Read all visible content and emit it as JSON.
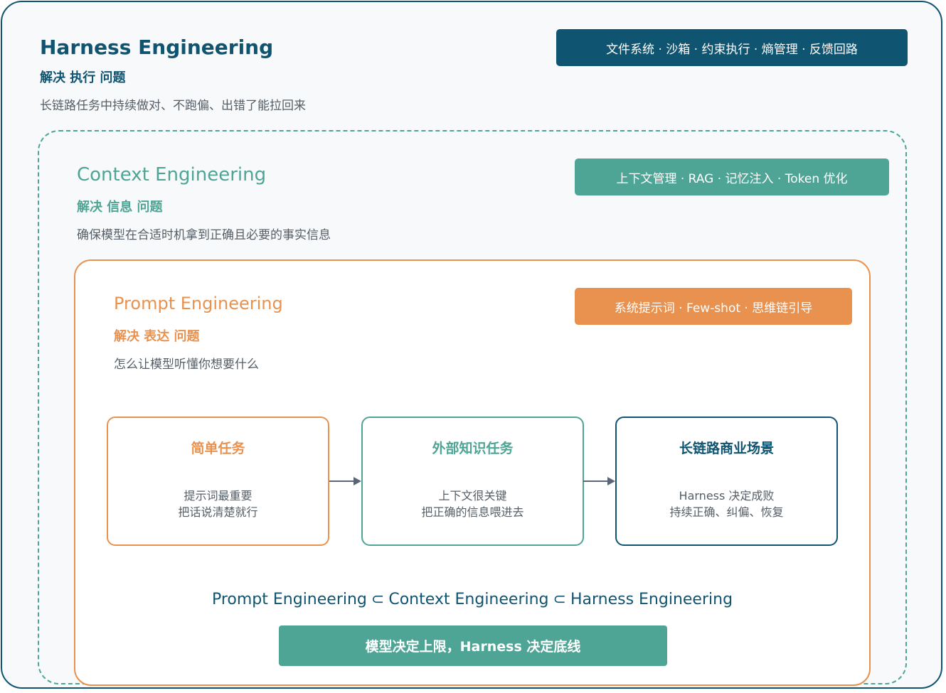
{
  "harness": {
    "title": "Harness Engineering",
    "subtitle": "解决 执行 问题",
    "description": "长链路任务中持续做对、不跑偏、出错了能拉回来",
    "tag": "文件系统 · 沙箱 · 约束执行 · 熵管理 · 反馈回路"
  },
  "context": {
    "title": "Context Engineering",
    "subtitle": "解决 信息 问题",
    "description": "确保模型在合适时机拿到正确且必要的事实信息",
    "tag": "上下文管理 · RAG · 记忆注入 · Token 优化"
  },
  "prompt": {
    "title": "Prompt Engineering",
    "subtitle": "解决 表达 问题",
    "description": "怎么让模型听懂你想要什么",
    "tag": "系统提示词 · Few-shot · 思维链引导"
  },
  "flow": [
    {
      "title": "简单任务",
      "line1": "提示词最重要",
      "line2": "把话说清楚就行"
    },
    {
      "title": "外部知识任务",
      "line1": "上下文很关键",
      "line2": "把正确的信息喂进去"
    },
    {
      "title": "长链路商业场景",
      "line1": "Harness 决定成败",
      "line2": "持续正确、纠偏、恢复"
    }
  ],
  "subset": {
    "a": "Prompt Engineering",
    "symbol": "⊂",
    "b": "Context Engineering",
    "c": "Harness Engineering"
  },
  "conclusion": "模型决定上限，Harness 决定底线",
  "colors": {
    "harness": "#0f5470",
    "context": "#4fa595",
    "prompt": "#e9924f",
    "arrow": "#5a6577"
  }
}
